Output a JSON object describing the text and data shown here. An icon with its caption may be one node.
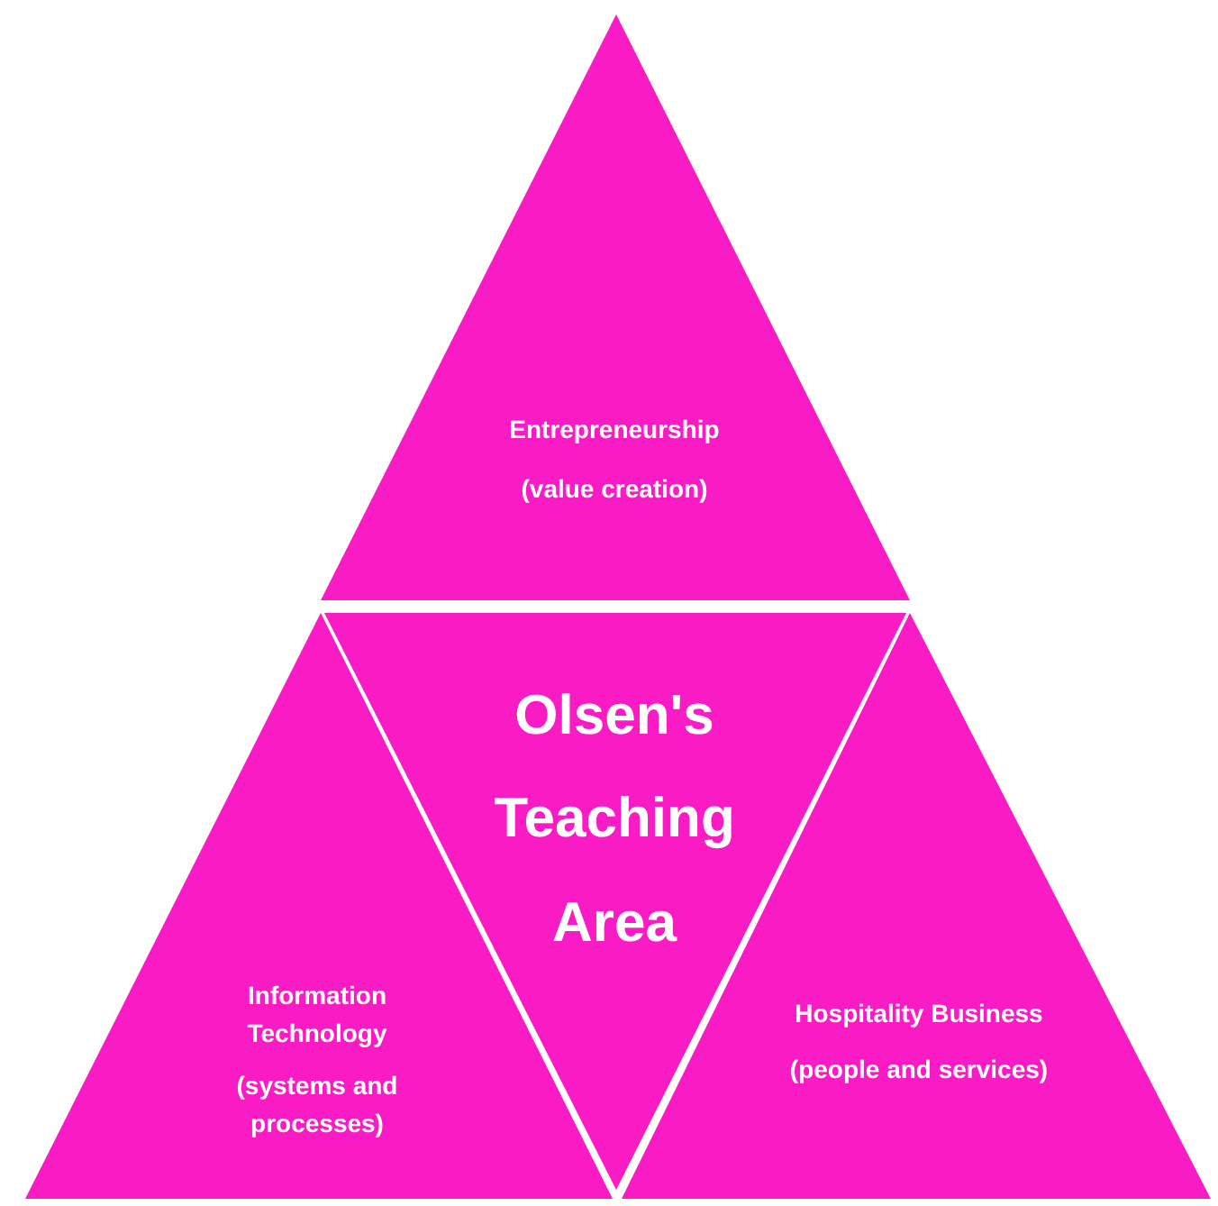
{
  "diagram": {
    "nodes": [
      {
        "text": [
          "Entrepreneurship",
          "(value creation)"
        ]
      },
      {
        "text": [
          "Information Technology",
          "(systems and processes)"
        ]
      },
      {
        "text": [
          "Olsen's Teaching Area"
        ]
      },
      {
        "text": [
          "Hospitality Business",
          "(people and services)"
        ]
      }
    ]
  }
}
